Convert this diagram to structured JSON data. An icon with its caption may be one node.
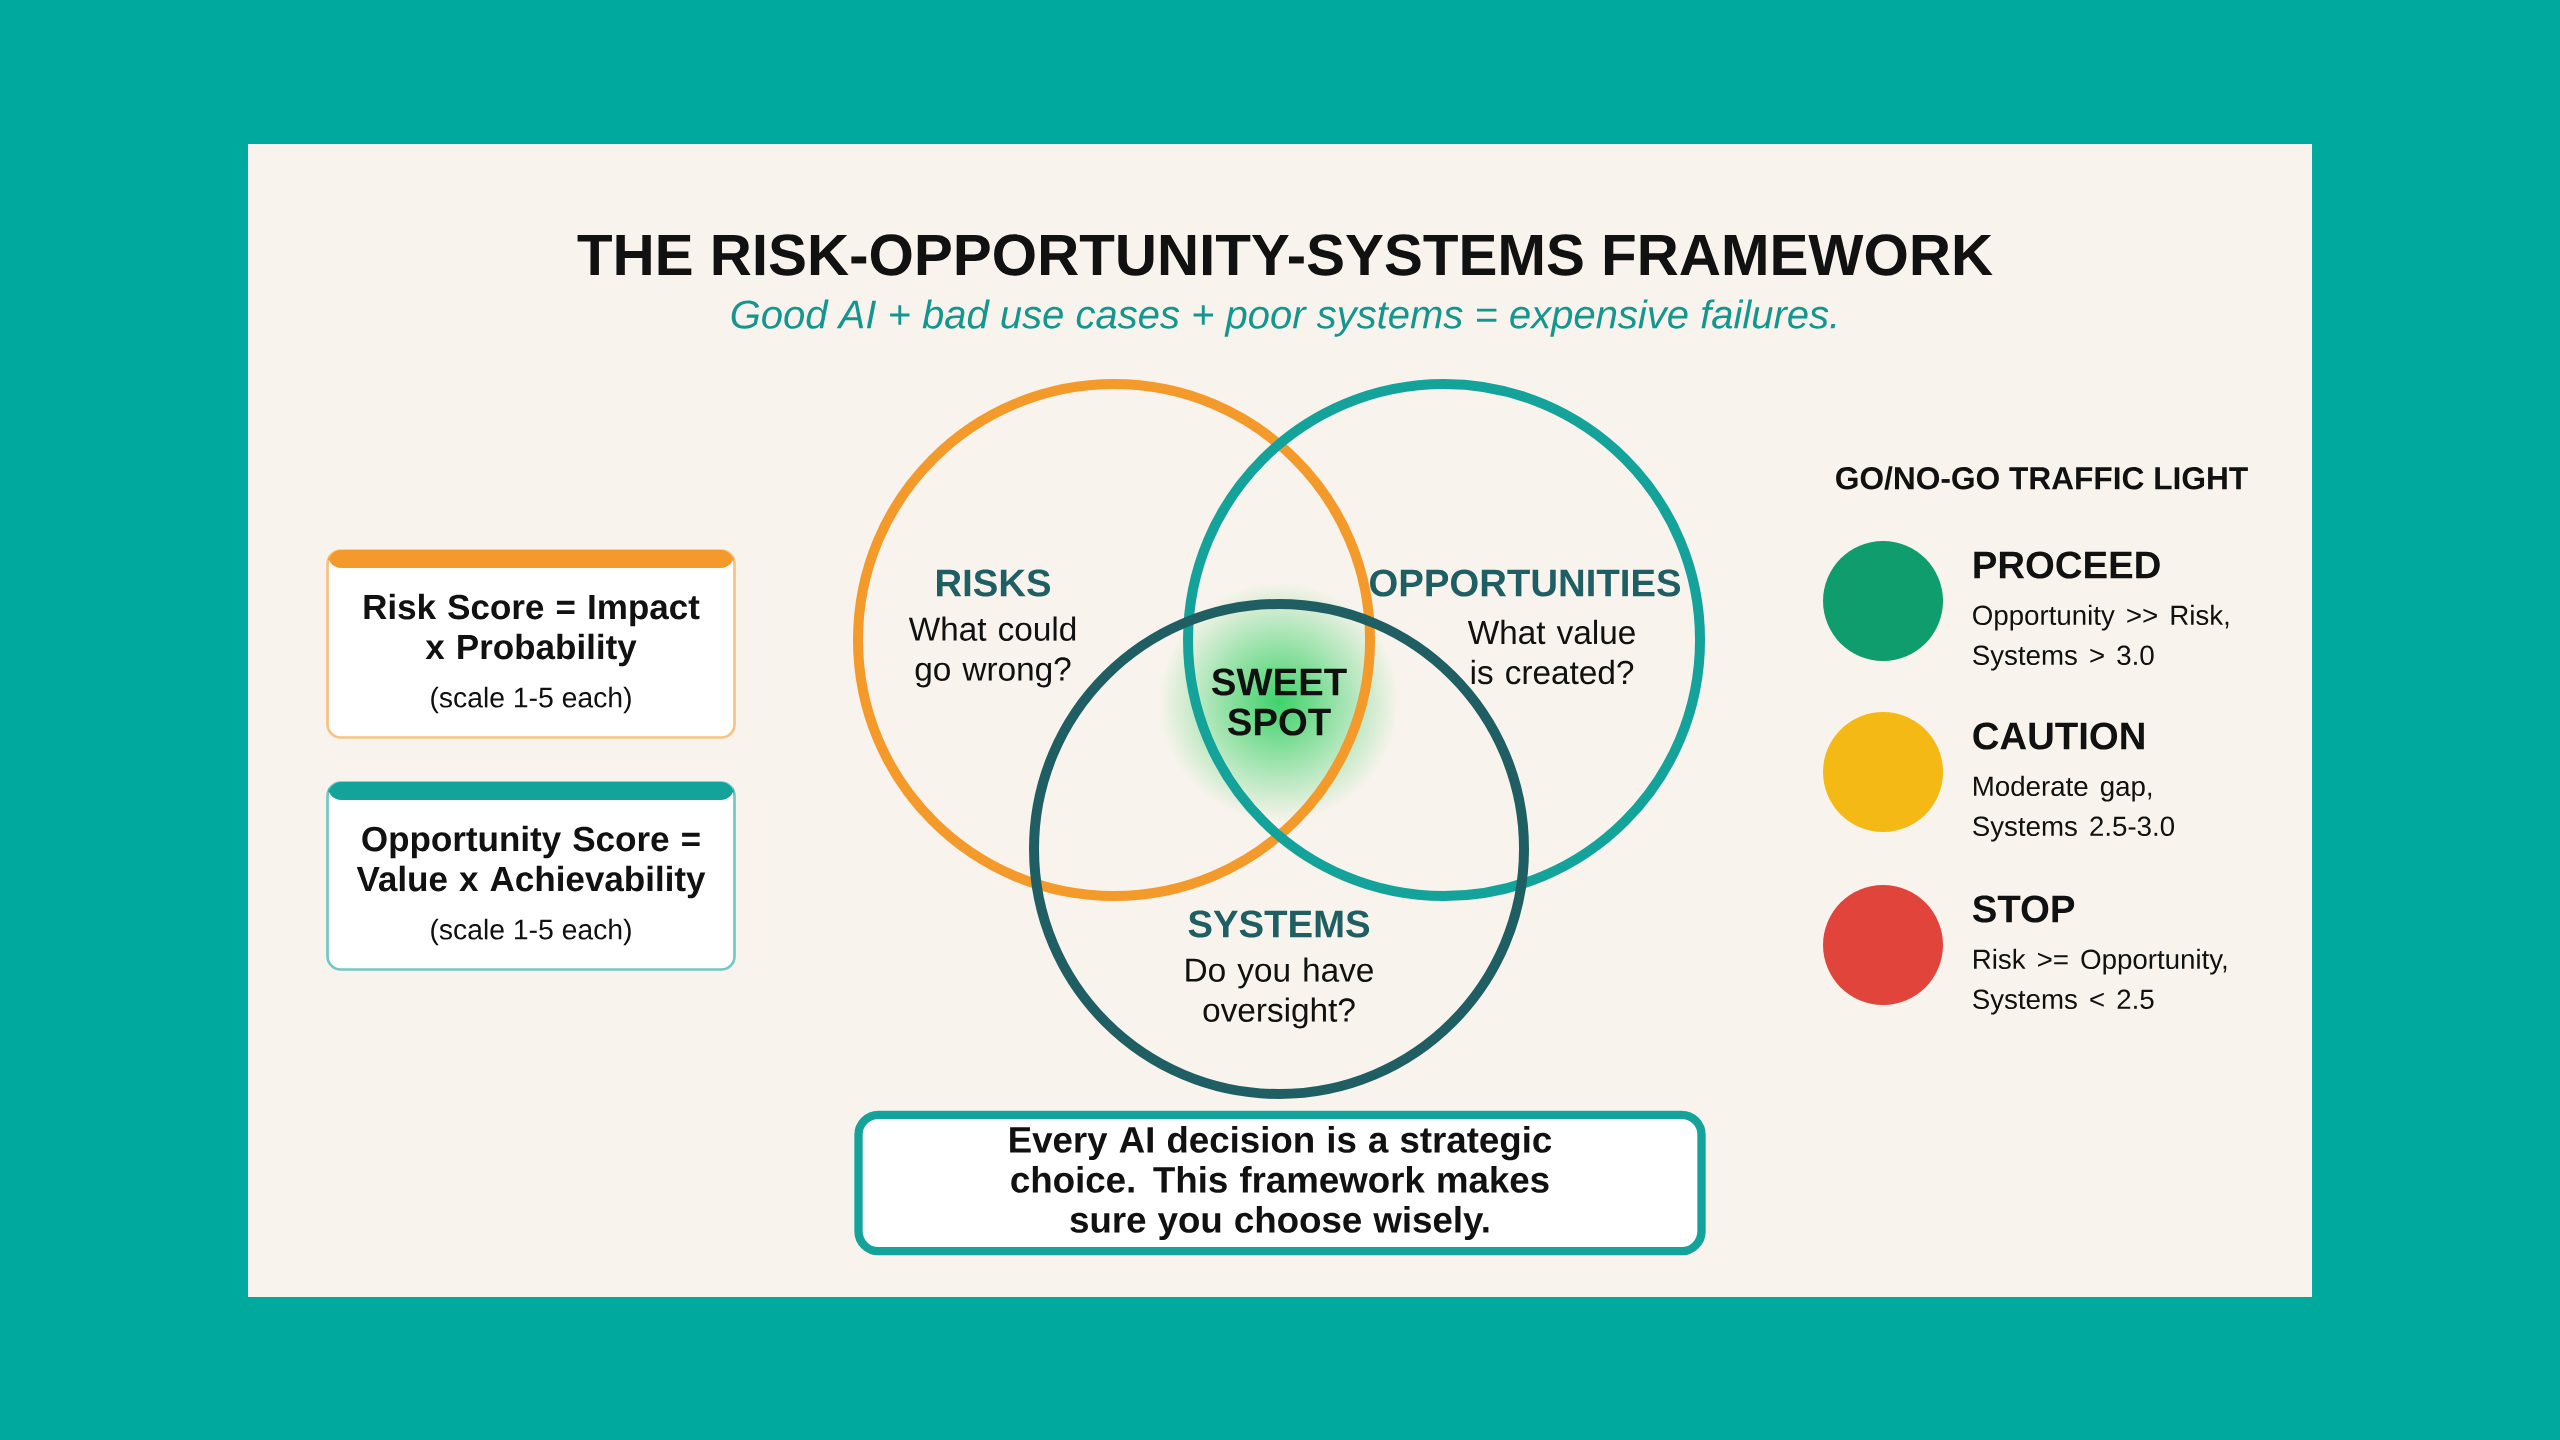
{
  "diagram": {
    "title": "THE RISK-OPPORTUNITY-SYSTEMS FRAMEWORK",
    "nodes": [
      {
        "text": [
          "RISKS",
          "What could go wrong?"
        ]
      },
      {
        "text": [
          "OPPORTUNITIES",
          "What value is created?"
        ]
      },
      {
        "text": [
          "SYSTEMS",
          "Do you have oversight?"
        ]
      },
      {
        "text": [
          "SWEET SPOT"
        ]
      },
      {
        "text": [
          "Risk Score = Impact x Probability",
          "(scale 1-5 each)"
        ]
      },
      {
        "text": [
          "Opportunity Score = Value x Achievability",
          "(scale 1-5 each)"
        ]
      },
      {
        "text": [
          "Every AI decision is a strategic choice. This framework makes sure you choose wisely."
        ]
      },
      {
        "text": [],
        "shape": "circle",
        "beside": [
          "PROCEED",
          "Opportunity >> Risk, Systems > 3.0"
        ]
      },
      {
        "text": [],
        "shape": "circle",
        "beside": [
          "CAUTION",
          "Moderate gap, Systems 2.5-3.0"
        ]
      },
      {
        "text": [],
        "shape": "circle",
        "beside": [
          "STOP",
          "Risk >= Opportunity, Systems < 2.5"
        ]
      }
    ],
    "labels": [
      "*Good AI + bad use cases + poor systems = expensive failures.*",
      "GO/NO-GO TRAFFIC LIGHT"
    ]
  }
}
